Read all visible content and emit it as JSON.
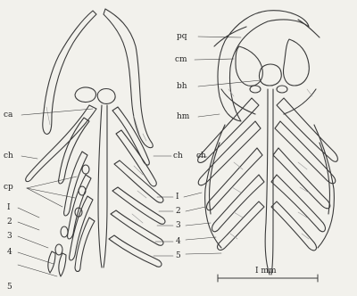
{
  "figure": {
    "left_specimen_labels": {
      "ca": "ca",
      "ch_left": "ch",
      "ch_mid": "ch",
      "cp": "cp",
      "arch_1_left": "I",
      "arch_2_left": "2",
      "arch_3_left": "3",
      "arch_4_left": "4",
      "arch_5_left": "5"
    },
    "center_labels": {
      "arch_1": "I",
      "arch_2": "2",
      "arch_3": "3",
      "arch_4": "4",
      "arch_5": "5"
    },
    "right_specimen_labels": {
      "pq": "pq",
      "cm": "cm",
      "bh": "bh",
      "hm": "hm",
      "ch": "ch"
    },
    "scale_bar": {
      "label": "I mm"
    },
    "colors": {
      "ink": "#3a3a3a",
      "stipple": "#9a9a9a",
      "paper": "#f2f1ec"
    }
  }
}
